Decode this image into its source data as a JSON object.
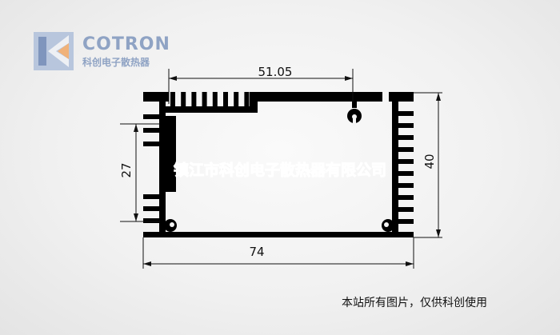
{
  "logo": {
    "brand_en": "COTRON",
    "brand_cn": "科创电子散热器"
  },
  "dimensions": {
    "top_width": "51.05",
    "left_height": "27",
    "total_height": "40",
    "total_width": "74"
  },
  "watermark": "镇江市科创电子散热器有限公司",
  "footer": "本站所有图片，仅供科创使用",
  "colors": {
    "profile": "#000000",
    "logo_blue": "#8fa3c4",
    "logo_orange": "#f0b27a"
  }
}
